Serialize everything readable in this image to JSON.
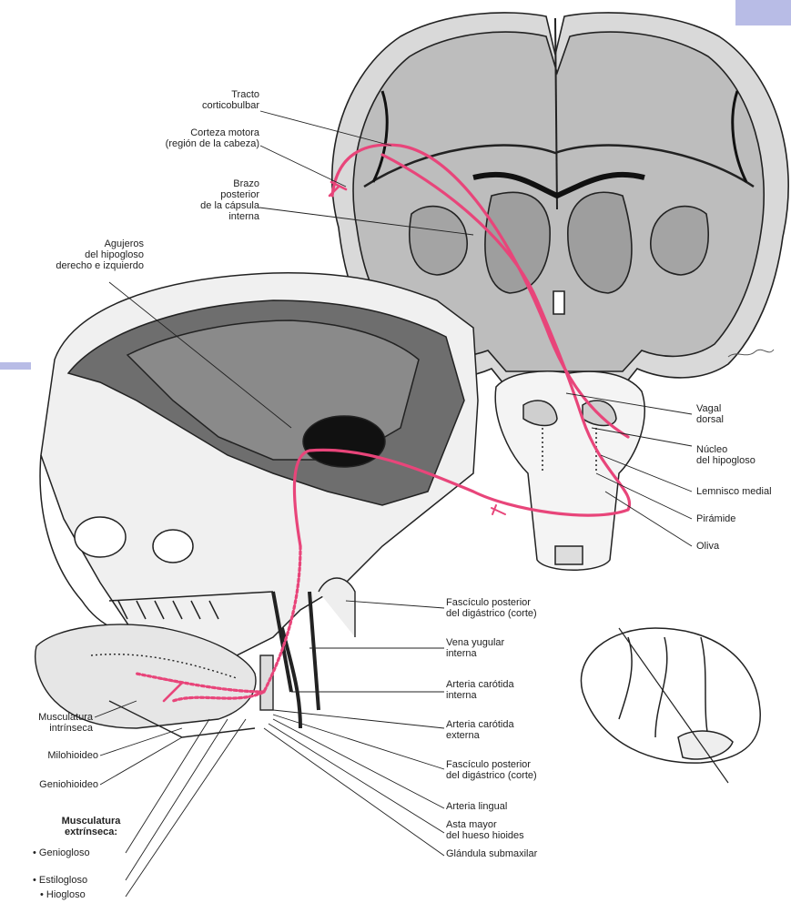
{
  "labels": {
    "tracto": "Tracto\ncorticobulbar",
    "corteza": "Corteza motora\n(región de la cabeza)",
    "brazo": "Brazo\nposterior\nde la cápsula\ninterna",
    "agujeros": "Agujeros\ndel hipogloso\nderecho e izquierdo",
    "vagal": "Vagal\ndorsal",
    "nucleo": "Núcleo\ndel hipogloso",
    "lemnisco": "Lemnisco medial",
    "piramide": "Pirámide",
    "oliva": "Oliva",
    "fasciculo1": "Fascículo posterior\ndel digástrico (corte)",
    "vena": "Vena yugular\ninterna",
    "arteria_int": "Arteria carótida\ninterna",
    "arteria_ext": "Arteria carótida\nexterna",
    "fasciculo2": "Fascículo posterior\ndel digástrico (corte)",
    "lingual": "Arteria lingual",
    "asta": "Asta mayor\ndel hueso hioides",
    "glandula": "Glándula submaxilar",
    "intrinseca": "Musculatura\nintrínseca",
    "milohioideo": "Milohioideo",
    "geniohioideo": "Geniohioideo",
    "extrinseca_title": "Musculatura\nextrínseca:",
    "geniogloso": "• Geniogloso",
    "estilogloso": "• Estilogloso",
    "hiogloso": "• Hiogloso"
  },
  "colors": {
    "pathway": "#e8457a",
    "outline": "#222222",
    "gray_matter": "#9a9a9a",
    "skull_shade": "#6e6e6e",
    "accent_bar": "#b8bce6"
  }
}
